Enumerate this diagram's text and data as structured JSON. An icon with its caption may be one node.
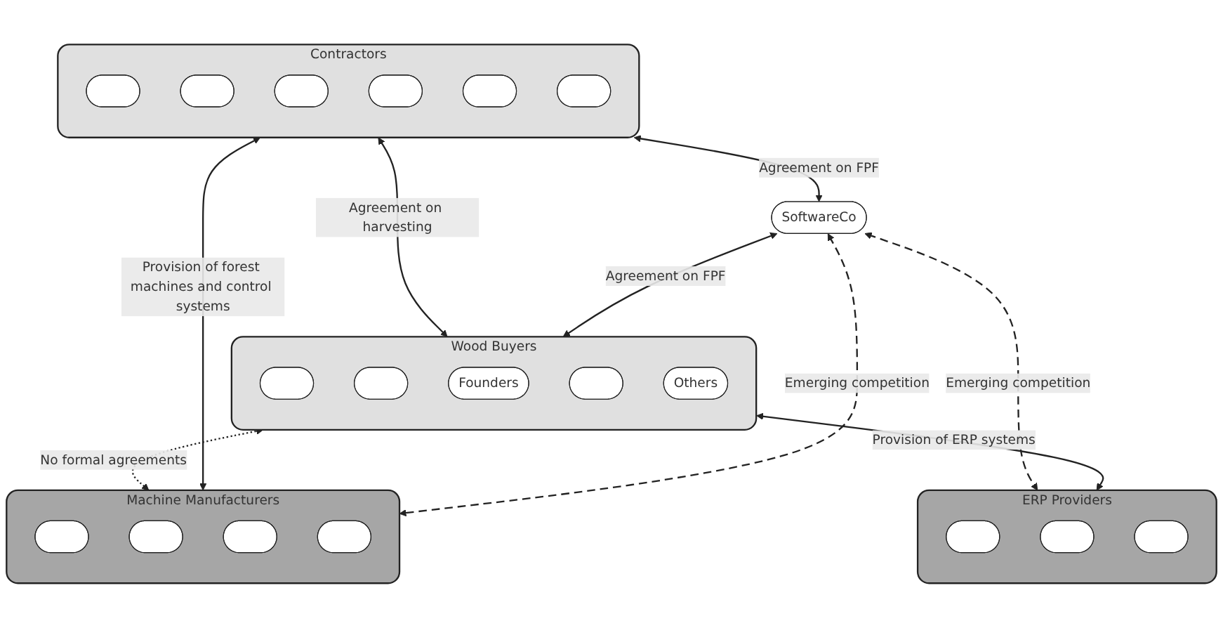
{
  "diagram": {
    "nodes": [
      {
        "text": [
          "Contractors"
        ]
      },
      {
        "text": [],
        "shape": "ellipse",
        "in": 0
      },
      {
        "text": [],
        "shape": "ellipse",
        "in": 0
      },
      {
        "text": [],
        "shape": "ellipse",
        "in": 0
      },
      {
        "text": [],
        "shape": "ellipse",
        "in": 0
      },
      {
        "text": [],
        "shape": "ellipse",
        "in": 0
      },
      {
        "text": [],
        "shape": "ellipse",
        "in": 0
      },
      {
        "text": [
          "SoftwareCo"
        ]
      },
      {
        "text": [
          "Wood Buyers"
        ]
      },
      {
        "text": [],
        "shape": "ellipse",
        "in": 8
      },
      {
        "text": [],
        "shape": "ellipse",
        "in": 8
      },
      {
        "text": [
          "Founders"
        ],
        "in": 8
      },
      {
        "text": [],
        "shape": "ellipse",
        "in": 8
      },
      {
        "text": [
          "Others"
        ],
        "in": 8
      },
      {
        "text": [
          "Machine Manufacturers"
        ]
      },
      {
        "text": [],
        "shape": "ellipse",
        "in": 14
      },
      {
        "text": [],
        "shape": "ellipse",
        "in": 14
      },
      {
        "text": [],
        "shape": "ellipse",
        "in": 14
      },
      {
        "text": [],
        "shape": "ellipse",
        "in": 14
      },
      {
        "text": [
          "ERP Providers"
        ]
      },
      {
        "text": [],
        "shape": "ellipse",
        "in": 19
      },
      {
        "text": [],
        "shape": "ellipse",
        "in": 19
      },
      {
        "text": [],
        "shape": "ellipse",
        "in": 19
      }
    ],
    "edges": [
      {
        "from": 0,
        "to": 8,
        "arrow": "both",
        "label": "Agreement on harvesting"
      },
      {
        "from": 0,
        "to": 7,
        "arrow": "both",
        "label": "Agreement on FPF"
      },
      {
        "from": 7,
        "to": 8,
        "arrow": "both",
        "label": "Agreement on FPF"
      },
      {
        "from": 8,
        "to": 14,
        "arrow": "both",
        "label": "No formal agreements",
        "style": "dashed"
      },
      {
        "from": 0,
        "to": 14,
        "arrow": "both",
        "label": "Provision of forest machines and control systems"
      },
      {
        "from": 7,
        "to": 14,
        "arrow": "both",
        "label": "Emerging competition",
        "style": "dashed"
      },
      {
        "from": 7,
        "to": 19,
        "arrow": "both",
        "label": "Emerging competition",
        "style": "dashed"
      },
      {
        "from": 8,
        "to": 19,
        "arrow": "both",
        "label": "Provision of ERP systems"
      }
    ]
  }
}
